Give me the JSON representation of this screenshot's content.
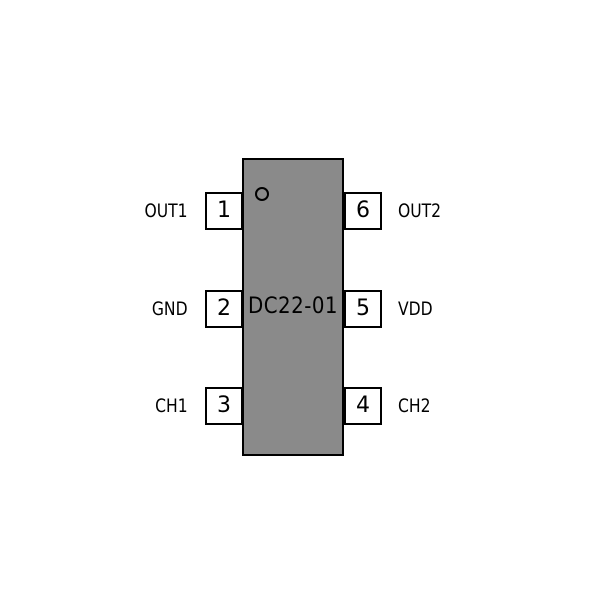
{
  "chip": {
    "part_number": "DC22-01"
  },
  "pins": {
    "left": [
      {
        "number": "1",
        "name": "OUT1"
      },
      {
        "number": "2",
        "name": "GND"
      },
      {
        "number": "3",
        "name": "CH1"
      }
    ],
    "right": [
      {
        "number": "6",
        "name": "OUT2"
      },
      {
        "number": "5",
        "name": "VDD"
      },
      {
        "number": "4",
        "name": "CH2"
      }
    ]
  },
  "colors": {
    "body_fill": "#8a8a8a",
    "outline": "#000000",
    "background": "#ffffff"
  }
}
